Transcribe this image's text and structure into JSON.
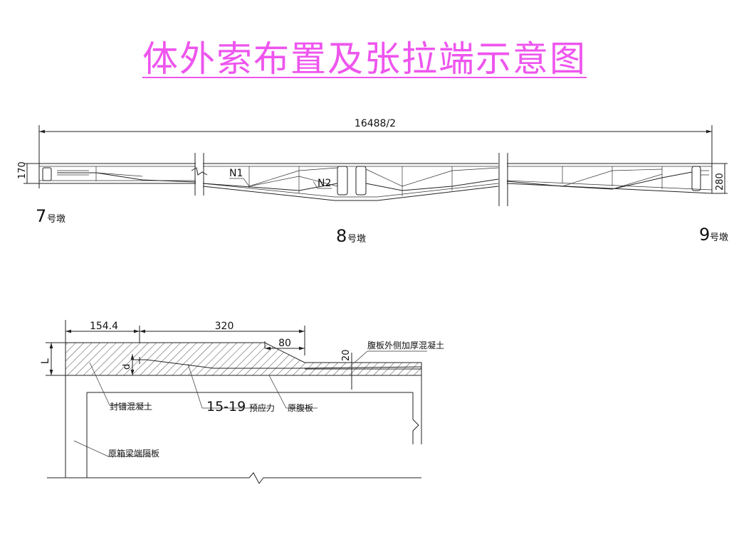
{
  "title": "体外索布置及张拉端示意图",
  "colors": {
    "title": "#ee55ee",
    "lines": "#222222",
    "hatch": "#333333"
  },
  "elevation": {
    "span_dim": "16488/2",
    "left_height_dim": "170",
    "right_height_dim": "280",
    "tendon_n1": "N1",
    "tendon_n2": "N2",
    "pier_left_num": "7",
    "pier_mid_num": "8",
    "pier_right_num": "9",
    "pier_suffix": "号墩"
  },
  "detail": {
    "dim_1": "154.4",
    "dim_2": "320",
    "dim_3": "80",
    "dim_4": "20",
    "dim_left": "L",
    "dim_d": "d",
    "label_anchor_concrete": "封锚混凝土",
    "label_strand_value": "15-19",
    "label_strand_suffix": "预应力",
    "label_web": "原腹板",
    "label_thickening": "腹板外侧加厚混凝土",
    "label_diaphragm": "原箱梁端隔板"
  }
}
